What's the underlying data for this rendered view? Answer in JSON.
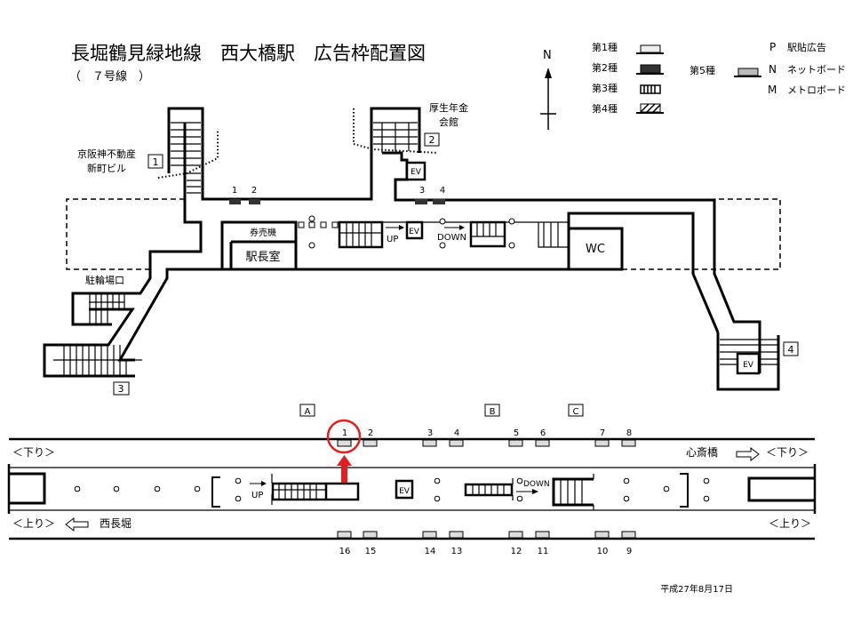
{
  "header": {
    "title": "長堀鶴見緑地線　西大橋駅　広告枠配置図",
    "subtitle": "（　７号線　）"
  },
  "compass": {
    "label": "N"
  },
  "legend": {
    "types": [
      {
        "label": "第1種"
      },
      {
        "label": "第2種"
      },
      {
        "label": "第3種"
      },
      {
        "label": "第4種"
      },
      {
        "label": "第5種"
      }
    ],
    "codes": [
      {
        "code": "P",
        "label": "駅貼広告"
      },
      {
        "code": "N",
        "label": "ネットボード"
      },
      {
        "code": "M",
        "label": "メトロボード"
      }
    ]
  },
  "concourse": {
    "exit1_label_line1": "京阪神不動産",
    "exit1_label_line2": "新町ビル",
    "exit1": "1",
    "exit2_label_line1": "厚生年金",
    "exit2_label_line2": "会館",
    "exit2": "2",
    "exit3_label": "駐輪場口",
    "exit3": "3",
    "exit4": "4",
    "ticket_machine": "券売機",
    "station_office": "駅長室",
    "wc": "WC",
    "ev": "EV",
    "up": "UP",
    "down": "DOWN",
    "ads": [
      "1",
      "2",
      "3",
      "4"
    ]
  },
  "platform": {
    "sections": [
      "A",
      "B",
      "C"
    ],
    "top_ads": [
      "1",
      "2",
      "3",
      "4",
      "5",
      "6",
      "7",
      "8"
    ],
    "bottom_ads": [
      "16",
      "15",
      "14",
      "13",
      "12",
      "11",
      "10",
      "9"
    ],
    "down_left": "＜下り＞",
    "down_right": "＜下り＞",
    "up_left": "＜上り＞",
    "up_right": "＜上り＞",
    "toward_down": "心斎橋",
    "toward_up": "西長堀",
    "ev": "EV",
    "up": "UP",
    "down": "DOWN",
    "highlight_color": "#e02020"
  },
  "footer": {
    "date": "平成27年8月17日"
  }
}
